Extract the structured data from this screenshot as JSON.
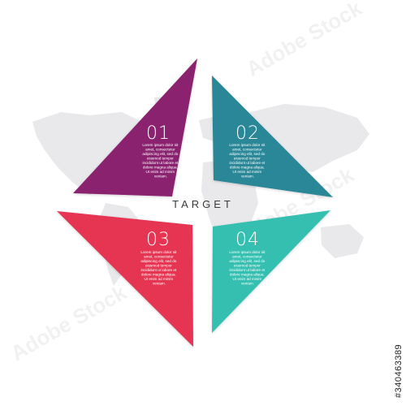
{
  "center_label": "TARGET",
  "colors": {
    "background": "#ffffff",
    "map": "#e9e9ec",
    "segment_01": "#8b2170",
    "segment_02": "#2c8797",
    "segment_03": "#e63652",
    "segment_04": "#34bfb0"
  },
  "segments": [
    {
      "number": "01",
      "lines": [
        "Lorem ipsum dolor sit",
        "amet, consectetur",
        "adipiscing elit, sed do",
        "eiusmod tempor",
        "incididunt ut labore et",
        "dolore magna aliqua.",
        "Ut enim ad minim",
        "veniam."
      ]
    },
    {
      "number": "02",
      "lines": [
        "Lorem ipsum dolor sit",
        "amet, consectetur",
        "adipiscing elit, sed do",
        "eiusmod tempor",
        "incididunt ut labore et",
        "dolore magna aliqua.",
        "Ut enim ad minim",
        "veniam."
      ]
    },
    {
      "number": "03",
      "lines": [
        "Lorem ipsum dolor sit",
        "amet, consectetur",
        "adipiscing elit, sed do",
        "eiusmod tempor",
        "incididunt ut labore et",
        "dolore magna aliqua.",
        "Ut enim ad minim",
        "veniam."
      ]
    },
    {
      "number": "04",
      "lines": [
        "Lorem ipsum dolor sit",
        "amet, consectetur",
        "adipiscing elit, sed do",
        "eiusmod tempor",
        "incididunt ut labore et",
        "dolore magna aliqua.",
        "Ut enim ad minim",
        "veniam."
      ]
    }
  ],
  "watermark_text": "Adobe Stock",
  "stock_id": "#340463389"
}
